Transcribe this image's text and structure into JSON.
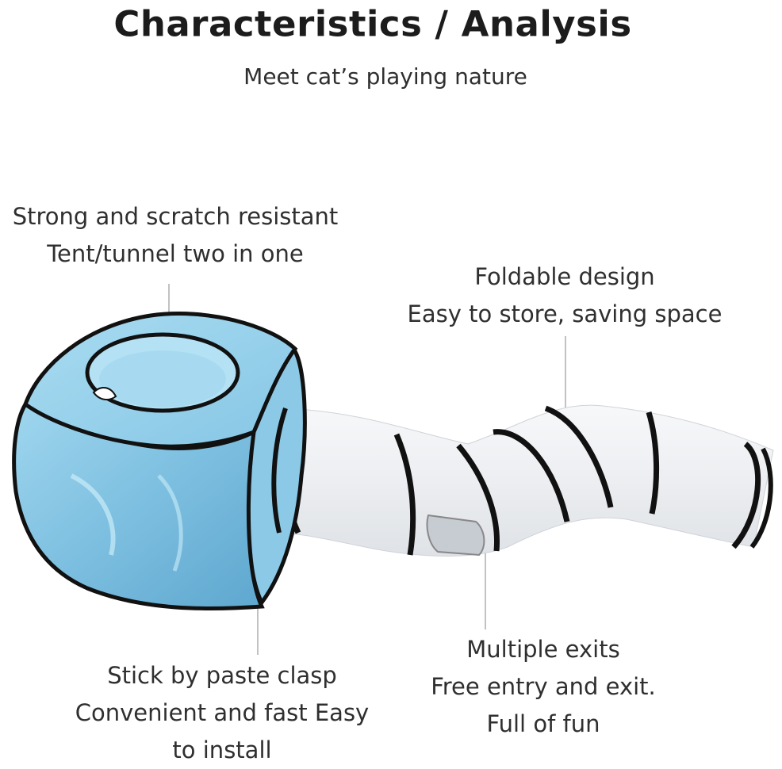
{
  "title": "Characteristics / Analysis",
  "subtitle": "Meet cat’s playing nature",
  "callouts": {
    "top_left": [
      "Strong and scratch resistant",
      "Tent/tunnel two in one"
    ],
    "top_right": [
      "Foldable design",
      "Easy to store, saving space"
    ],
    "bottom_left": [
      "Stick by paste clasp",
      "Convenient and fast Easy",
      "to install"
    ],
    "bottom_right": [
      "Multiple exits",
      "Free entry and exit.",
      "Full of fun"
    ]
  },
  "colors": {
    "tent_blue": "#8ccbe6",
    "tent_blue_dark": "#5aa8cf",
    "trim": "#111111",
    "tunnel_white": "#f3f4f6",
    "leader_line": "#9a9a9a"
  }
}
